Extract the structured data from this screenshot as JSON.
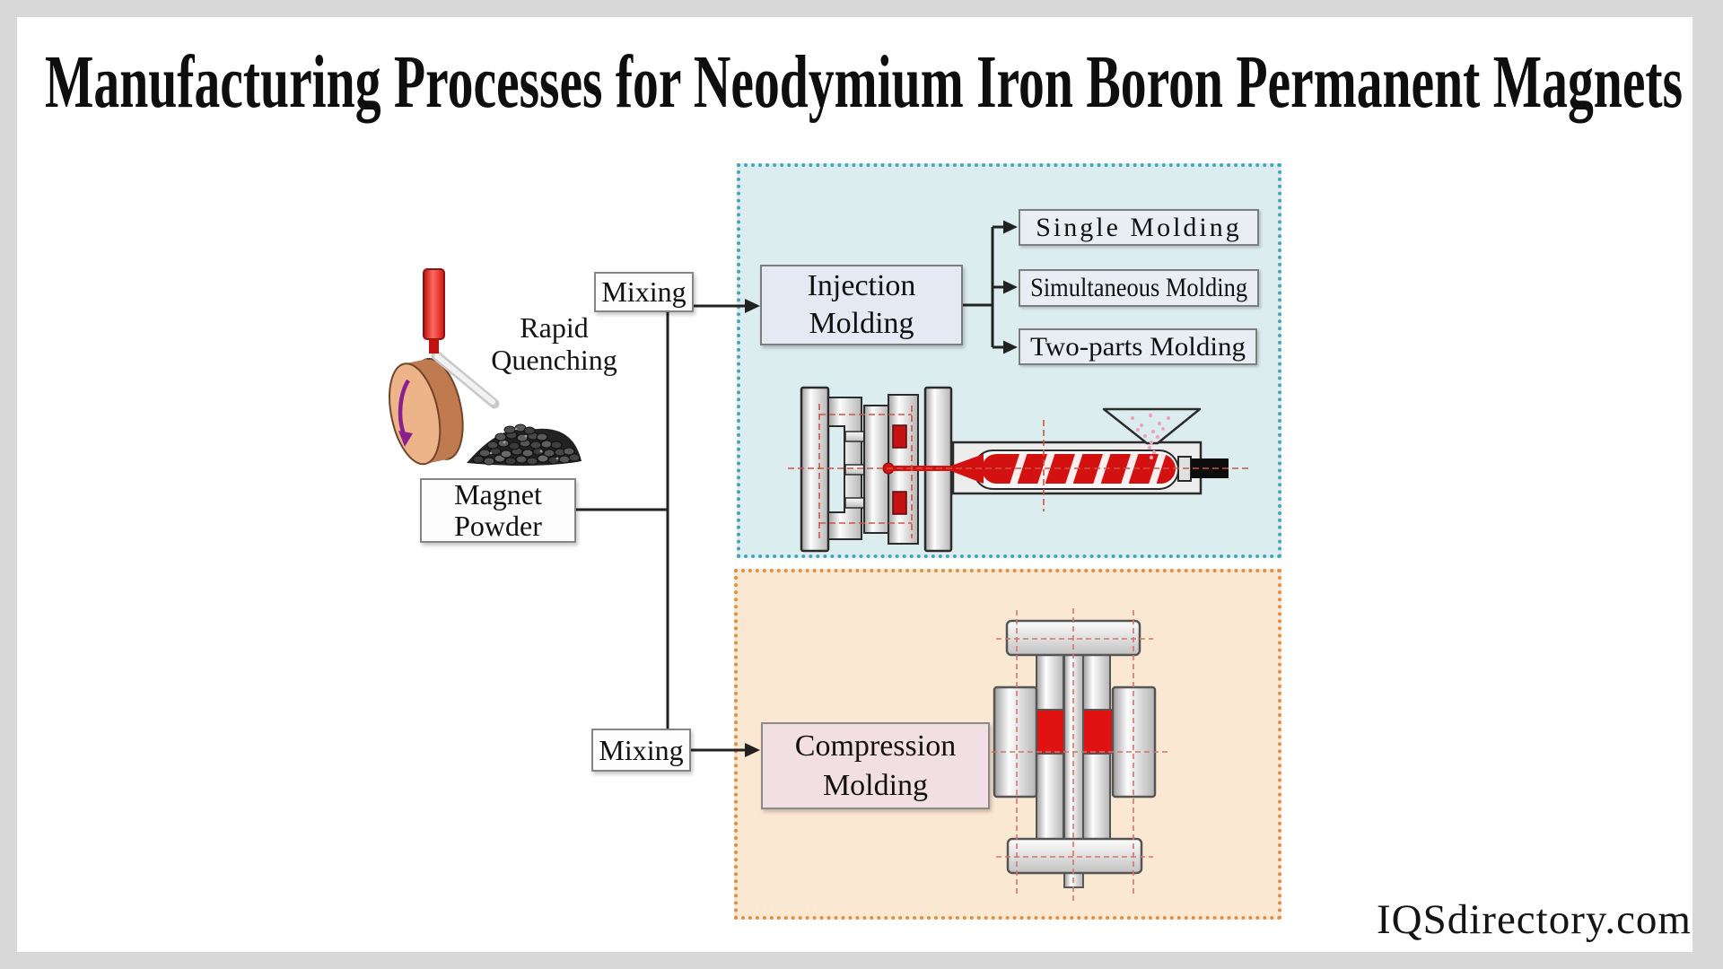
{
  "page": {
    "title": "Manufacturing Processes for Neodymium Iron Boron Permanent Magnets",
    "watermark": "IQSdirectory.com",
    "outer_background_color": "#d8d8d8",
    "canvas_color": "#ffffff"
  },
  "source": {
    "rapid_quenching": {
      "line1": "Rapid",
      "line2": "Quenching"
    },
    "magnet_powder": {
      "line1": "Magnet",
      "line2": "Powder"
    }
  },
  "flow": {
    "mixing_top": "Mixing",
    "mixing_bottom": "Mixing"
  },
  "injection_panel": {
    "process": {
      "line1": "Injection",
      "line2": "Molding"
    },
    "variants": [
      "Single Molding",
      "Simultaneous Molding",
      "Two-parts Molding"
    ],
    "panel_color": "#dcedf0",
    "dot_border_color": "#4aa3b8",
    "process_box_color": "#e4e9f3"
  },
  "compression_panel": {
    "process": {
      "line1": "Compression",
      "line2": "Molding"
    },
    "panel_color": "#fbe8d3",
    "dot_border_color": "#dd9049",
    "process_box_color": "#f2dfe4"
  },
  "colors": {
    "connector_line": "#222222",
    "accent_red": "#d31111",
    "dashed_centerline_injection": "#cc5544",
    "dashed_centerline_compression": "#d4756a",
    "metal_outline": "#2b2b2b",
    "wheel_copper": "#c07a50",
    "wheel_face": "#ecb488",
    "hopper_particles": "#eba6bb"
  },
  "icons": {
    "quench_wheel": "rapid-quenching-wheel-icon",
    "powder_pile": "magnet-powder-pile-icon",
    "injection_machine": "injection-molding-machine-icon",
    "compression_press": "compression-molding-press-icon",
    "flow_arrows": "arrow-icon"
  }
}
